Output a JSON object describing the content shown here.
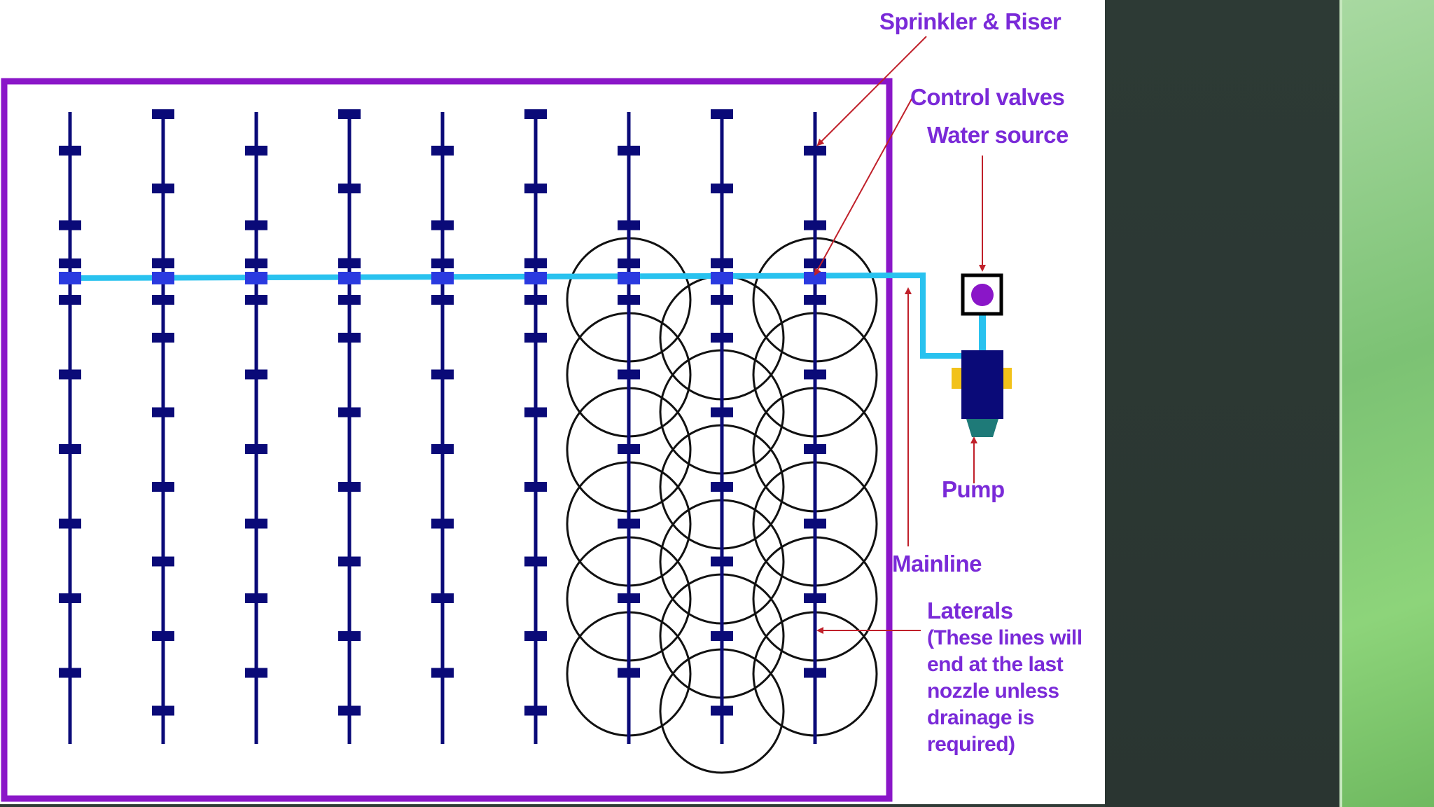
{
  "labels": {
    "sprinkler_riser": "Sprinkler & Riser",
    "control_valves": "Control valves",
    "water_source": "Water source",
    "pump": "Pump",
    "mainline": "Mainline",
    "laterals_lines": [
      "Laterals",
      "(These lines will",
      "end at the last",
      "nozzle unless",
      "drainage is",
      "required)"
    ]
  },
  "colors": {
    "field_border": "#8a16c8",
    "lateral": "#0a0a78",
    "riser": "#0a0a78",
    "mainline": "#29c2ef",
    "valve": "#2a3ae0",
    "arrow": "#c0202a",
    "label": "#7a2ad8",
    "pump_body": "#0a0a78",
    "pump_base": "#1e7a78",
    "pump_flange": "#f2c21a",
    "water_source_dot": "#8a16c8"
  },
  "icons": {
    "pump": "pump-icon",
    "water_source": "water-source-icon"
  }
}
